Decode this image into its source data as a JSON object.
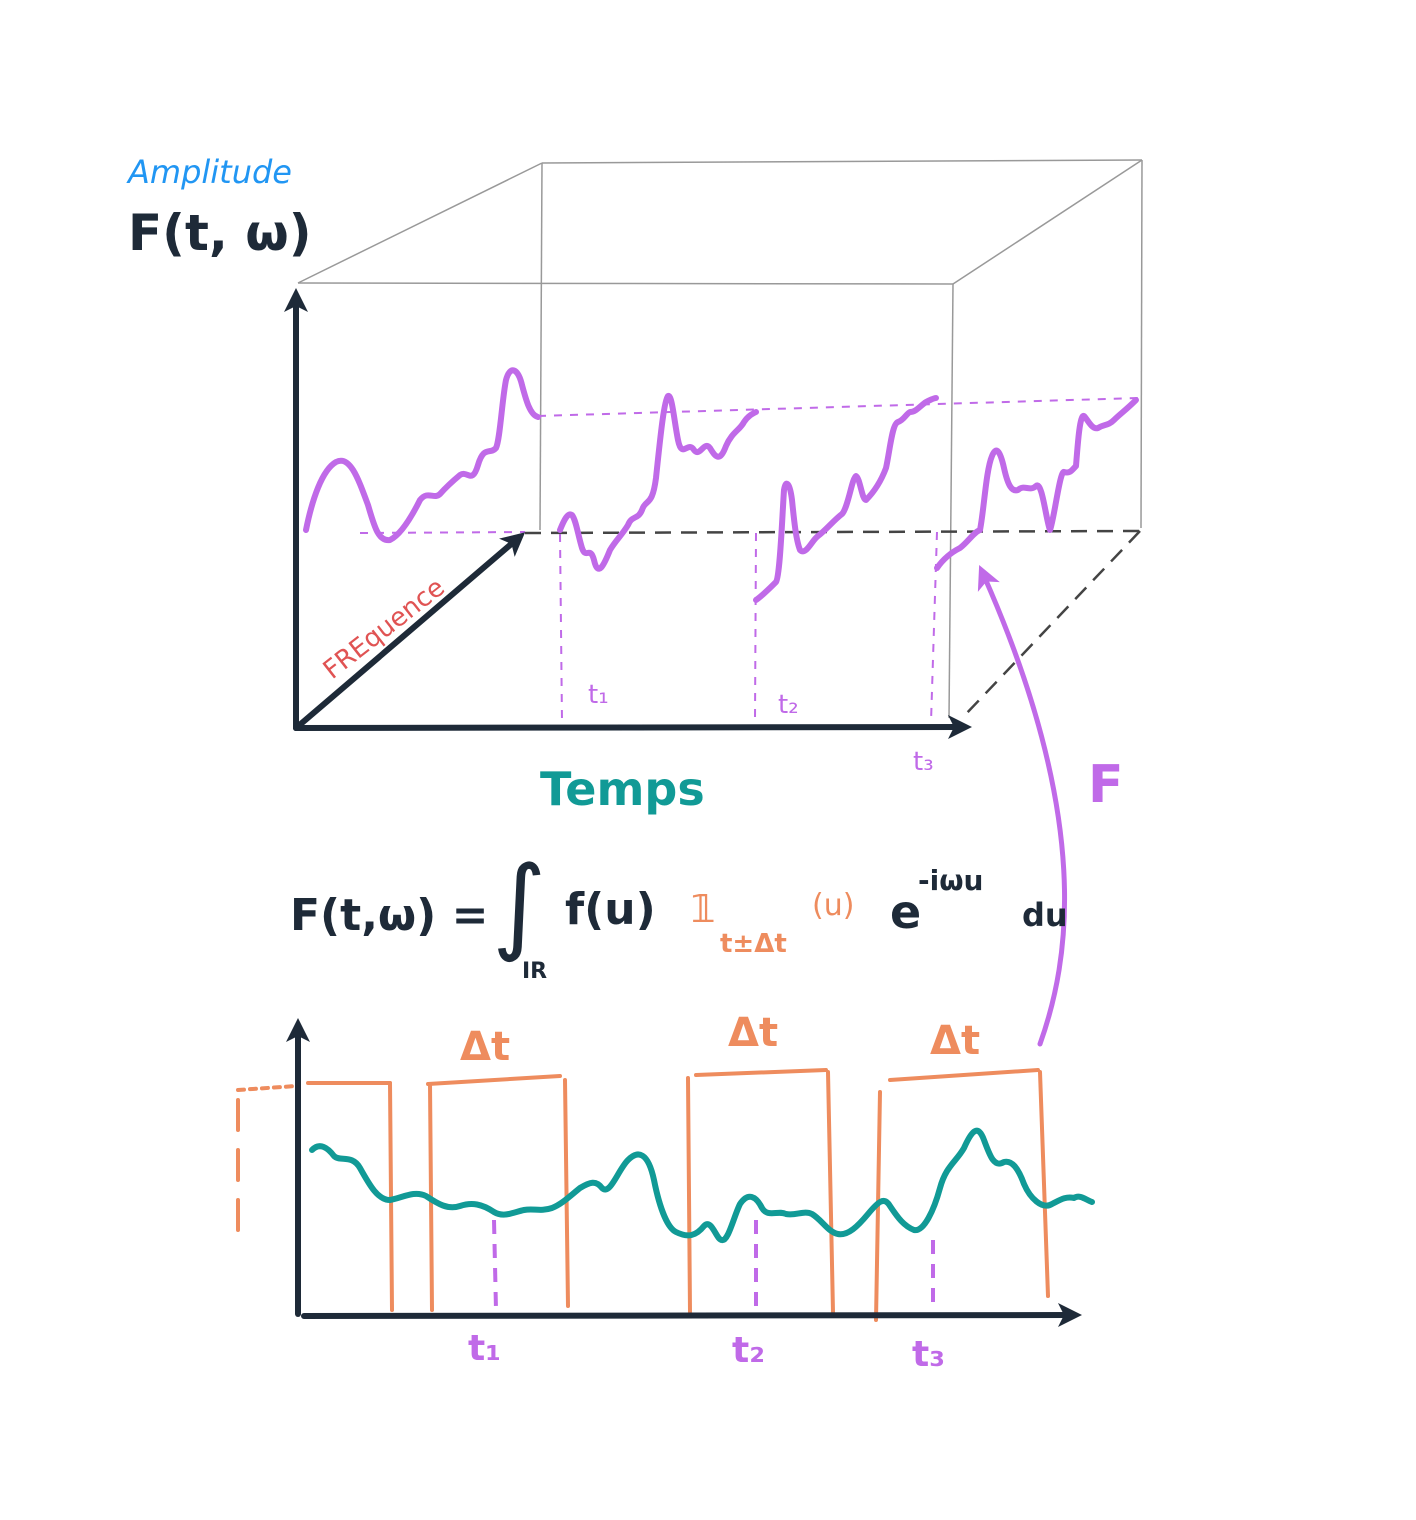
{
  "labels": {
    "amplitude": "Amplitude",
    "f_t_omega": "F(t, ω)",
    "frequence": "FREquence",
    "temps": "Temps",
    "transform_symbol": "F",
    "t1": "t₁",
    "t2": "t₂",
    "t3": "t₃",
    "window_width": "Δt"
  },
  "formula": {
    "lhs": "F(t,ω) = ",
    "integral": "∫",
    "domain": "IR",
    "f_of_u": "f(u)",
    "indicator": "𝟙",
    "indicator_subscript": "t±Δt",
    "indicator_arg": "(u)",
    "exp_base": "e",
    "exp_power": "-iωu",
    "du": "du"
  },
  "colors": {
    "axes": "#1e2a38",
    "box": "#999999",
    "spectrum": "#c06ae8",
    "signal": "#119a96",
    "windows": "#ee8c5e",
    "amplitude_label": "#2196f3",
    "frequency_label": "#e05353",
    "time_label": "#119a96"
  }
}
